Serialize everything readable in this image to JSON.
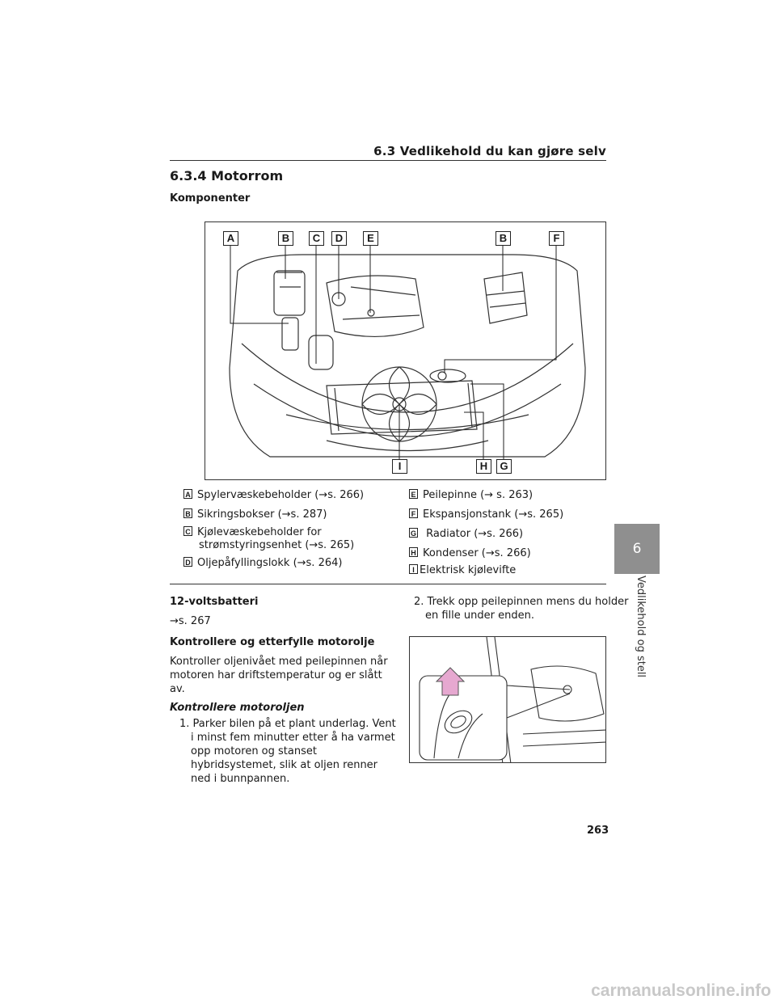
{
  "header": {
    "chapter_title": "6.3 Vedlikehold du kan gjøre selv"
  },
  "section": {
    "number_title": "6.3.4 Motorrom",
    "subtitle": "Komponenter"
  },
  "figure_callouts": [
    "A",
    "B",
    "C",
    "D",
    "E",
    "B",
    "F",
    "I",
    "H",
    "G"
  ],
  "legend": {
    "left": [
      {
        "key": "A",
        "text": "Spylervæskebeholder (→s. 266)"
      },
      {
        "key": "B",
        "text": "Sikringsbokser (→s. 287)"
      },
      {
        "key": "C",
        "text": "Kjølevæskebeholder for",
        "text2": "strømstyringsenhet (→s. 265)"
      },
      {
        "key": "D",
        "text": "Oljepåfyllingslokk (→s. 264)"
      }
    ],
    "right": [
      {
        "key": "E",
        "text": "Peilepinne (→ s. 263)"
      },
      {
        "key": "F",
        "text": "Ekspansjonstank (→s. 265)"
      },
      {
        "key": "G",
        "text": " Radiator (→s. 266)"
      },
      {
        "key": "H",
        "text": "Kondenser (→s. 266)"
      },
      {
        "key": "I",
        "text": "Elektrisk kjølevifte"
      }
    ]
  },
  "left_column": {
    "battery_heading": "12-voltsbatteri",
    "battery_ref": "→s. 267",
    "oil_heading": "Kontrollere og etterfylle motorolje",
    "oil_para_l1": "Kontroller oljenivået med peilepinnen når",
    "oil_para_l2": "motoren har driftstemperatur og er slått",
    "oil_para_l3": "av.",
    "check_heading": "Kontrollere motoroljen",
    "step1_l1": "1. Parker bilen på et plant underlag. Vent",
    "step1_l2": "i minst fem minutter etter å ha varmet",
    "step1_l3": "opp motoren og stanset",
    "step1_l4": "hybridsystemet, slik at oljen renner",
    "step1_l5": "ned i bunnpannen."
  },
  "right_column": {
    "step2_l1": "2. Trekk opp peilepinnen mens du holder",
    "step2_l2": "en fille under enden."
  },
  "side_tab": {
    "number": "6",
    "label": "Vedlikehold og stell"
  },
  "page_number": "263",
  "watermark": "carmanualsonline.info"
}
